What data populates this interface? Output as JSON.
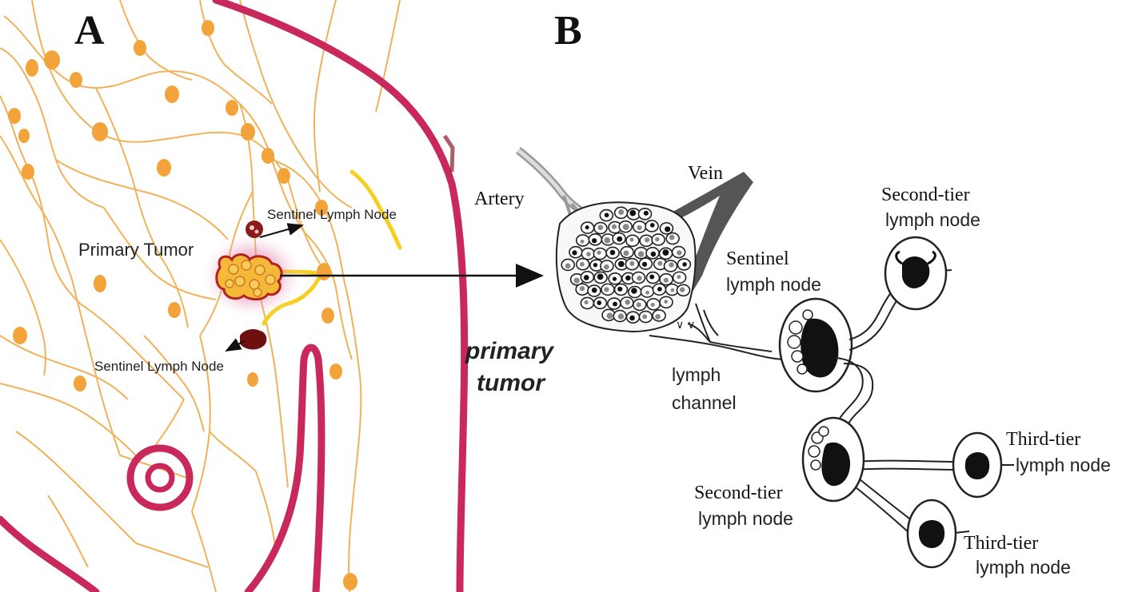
{
  "panel_a": {
    "letter": "A",
    "primary_tumor_label": "Primary Tumor",
    "sentinel_upper_label": "Sentinel Lymph Node",
    "sentinel_lower_label": "Sentinel Lymph Node"
  },
  "panel_b": {
    "letter": "B",
    "artery": "Artery",
    "vein": "Vein",
    "primary_tumor_line1": "primary",
    "primary_tumor_line2": "tumor",
    "sentinel_line1": "Sentinel",
    "sentinel_line2": "lymph node",
    "lymph_channel_line1": "lymph",
    "lymph_channel_line2": "channel",
    "second_tier_top_line1": "Second-tier",
    "second_tier_top_line2": "lymph node",
    "second_tier_bottom_line1": "Second-tier",
    "second_tier_bottom_line2": "lymph node",
    "third_tier_top_line1": "Third-tier",
    "third_tier_top_line2": "lymph node",
    "third_tier_bottom_line1": "Third-tier",
    "third_tier_bottom_line2": "lymph node"
  },
  "colors": {
    "body_outline": "#c8285a",
    "lymph_vessel": "#f0b25a",
    "lymph_node": "#f2a33a",
    "tumor": "#f5b93a",
    "tumor_glow": "#d23c7a",
    "sentinel_node": "#8a1b1b",
    "vein": "#555555",
    "artery": "#aaaaaa"
  }
}
